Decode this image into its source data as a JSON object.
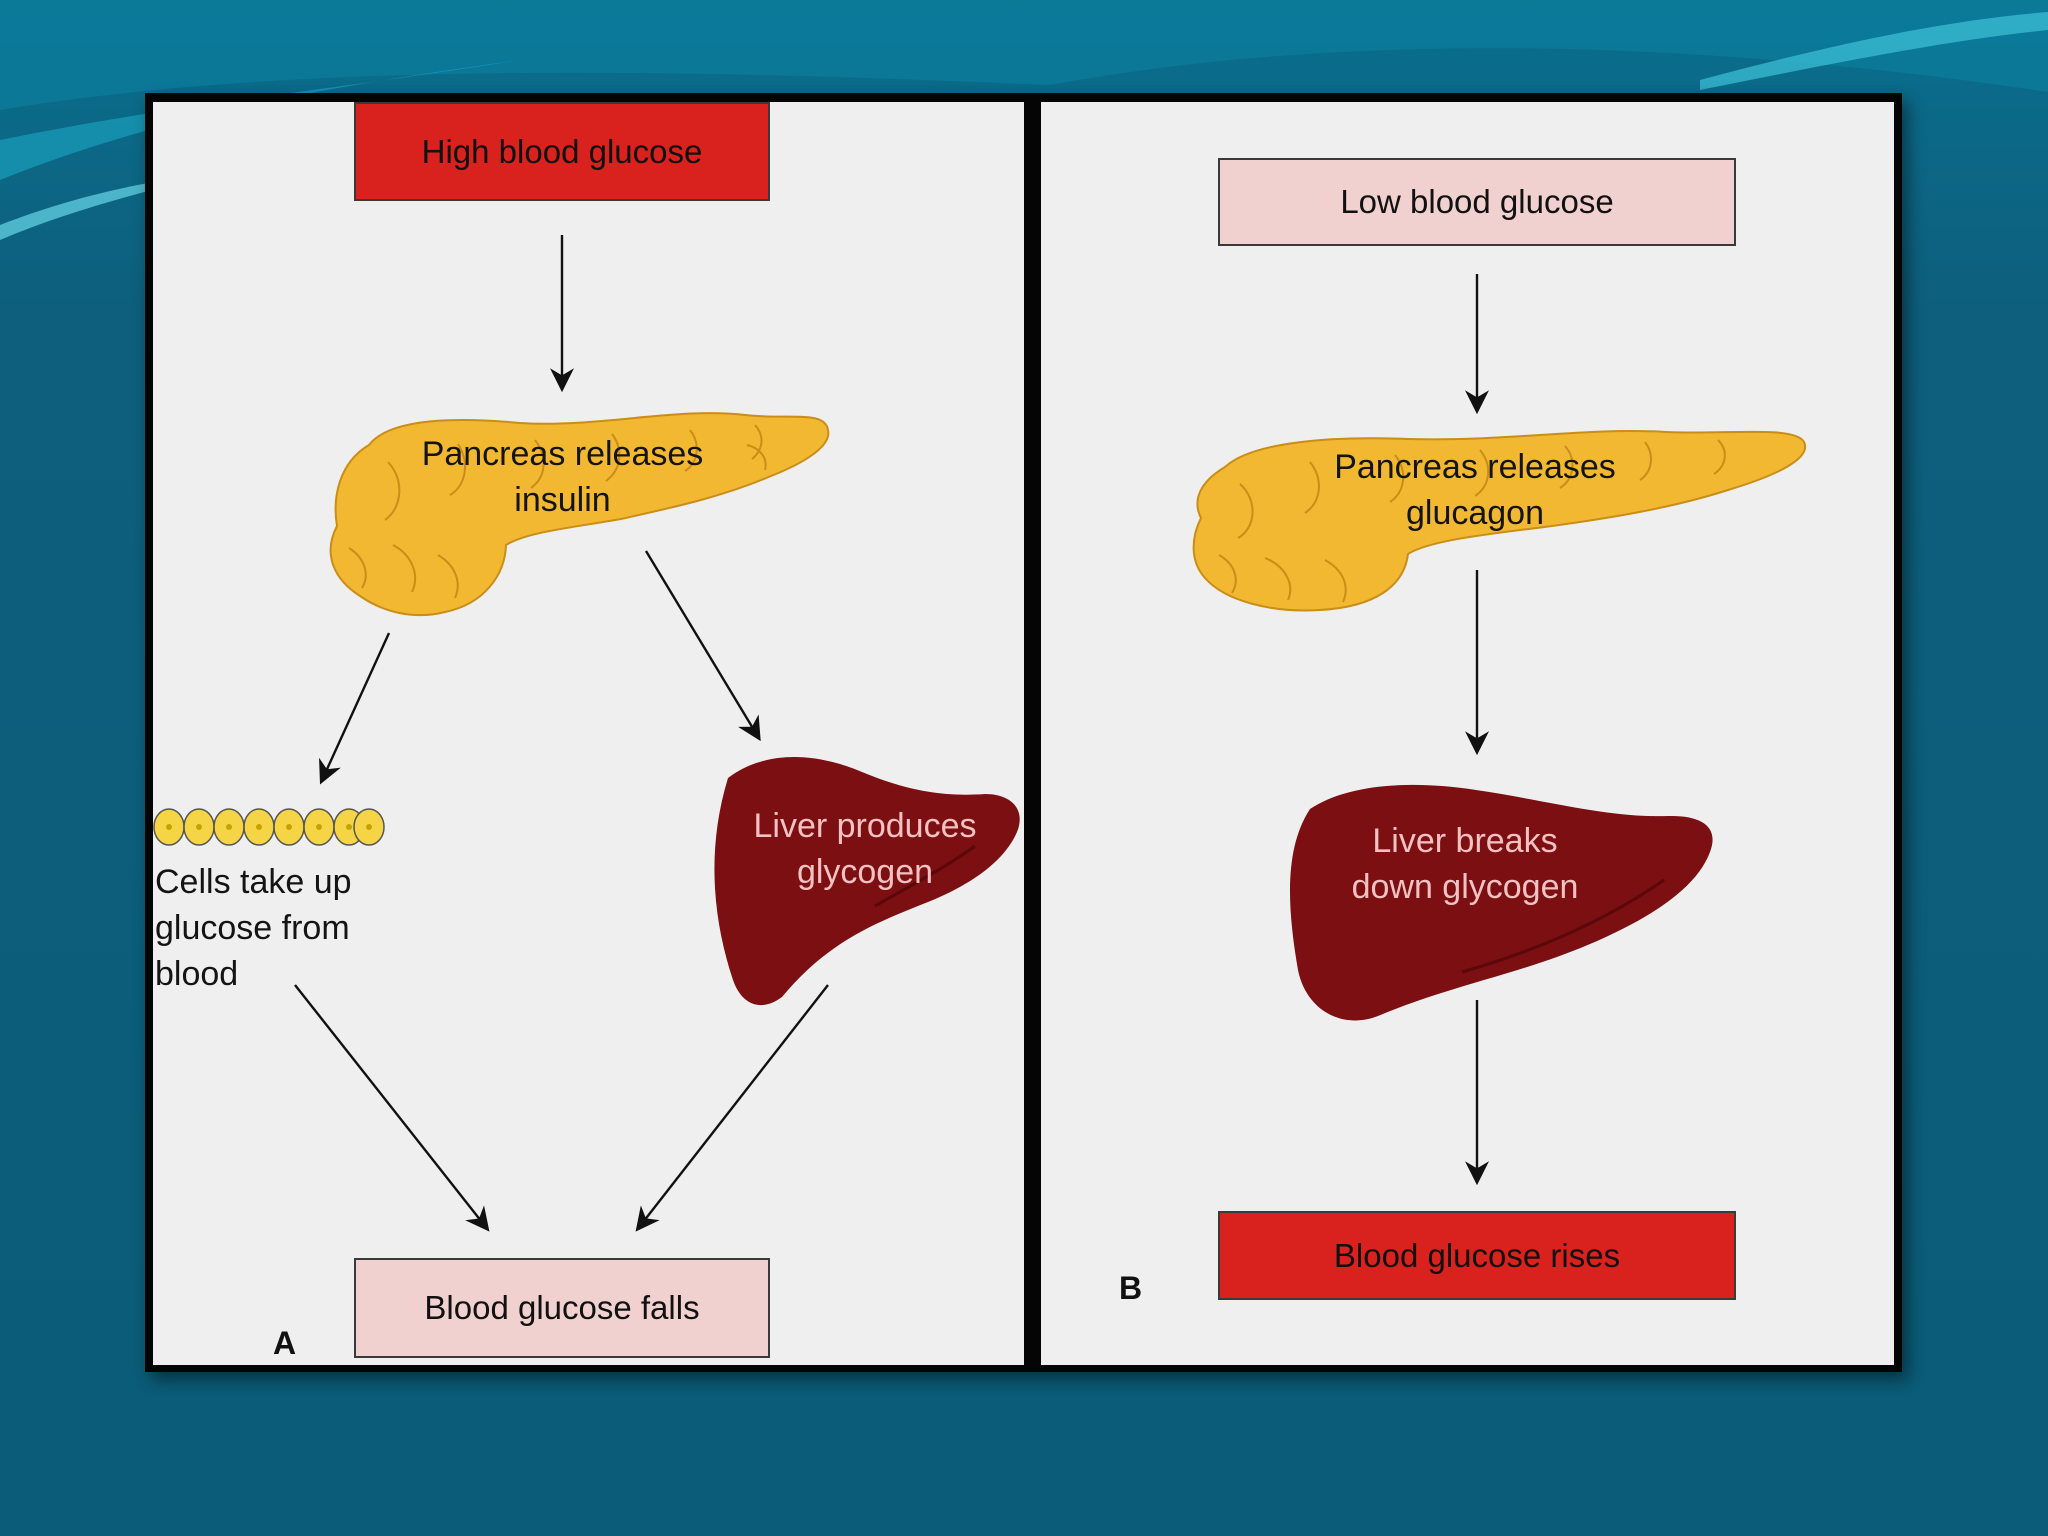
{
  "colors": {
    "background": "#0d5f7d",
    "panel": "#efefef",
    "red_box": "#d9221d",
    "pink_box": "#f1d1d0",
    "pancreas": "#f2b832",
    "liver": "#7b0f12",
    "cells": "#f5d545"
  },
  "panel_a": {
    "letter": "A",
    "top_box": "High blood glucose",
    "pancreas_line1": "Pancreas releases",
    "pancreas_line2": "insulin",
    "cells_line1": "Cells take up",
    "cells_line2": "glucose from",
    "cells_line3": "blood",
    "liver_line1": "Liver produces",
    "liver_line2": "glycogen",
    "bottom_box": "Blood glucose falls"
  },
  "panel_b": {
    "letter": "B",
    "top_box": "Low blood glucose",
    "pancreas_line1": "Pancreas releases",
    "pancreas_line2": "glucagon",
    "liver_line1": "Liver breaks",
    "liver_line2": "down glycogen",
    "bottom_box": "Blood glucose rises"
  }
}
